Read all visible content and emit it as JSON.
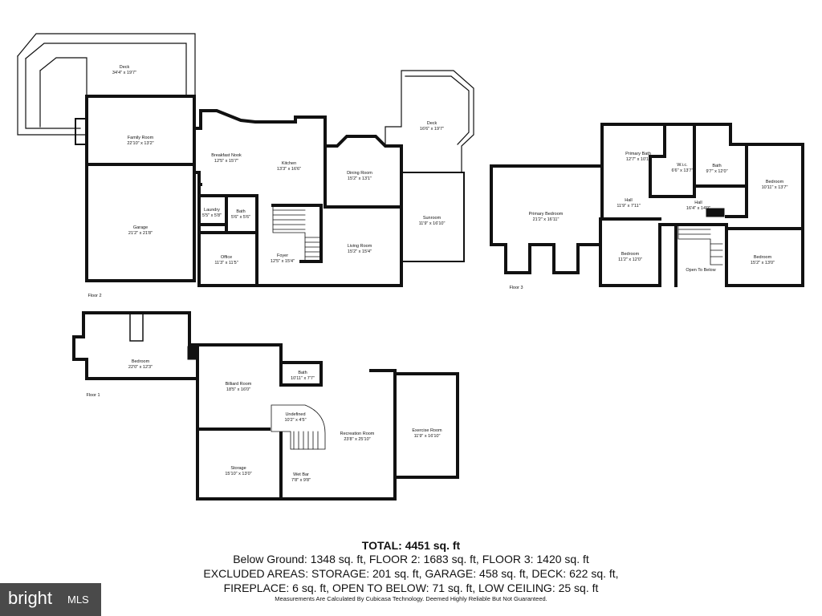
{
  "floors": {
    "floor2_label": "Floor 2",
    "floor3_label": "Floor 3",
    "floor1_label": "Floor 1"
  },
  "rooms": {
    "deck_main": {
      "name": "Deck",
      "dims": "34'4\" x 19'7\""
    },
    "family_room": {
      "name": "Family Room",
      "dims": "22'10\" x 13'2\""
    },
    "breakfast_nook": {
      "name": "Breakfast Nook",
      "dims": "12'5\" x 15'7\""
    },
    "kitchen": {
      "name": "Kitchen",
      "dims": "13'3\" x 16'6\""
    },
    "dining_room": {
      "name": "Dining Room",
      "dims": "15'2\" x 13'1\""
    },
    "deck_side": {
      "name": "Deck",
      "dims": "16'6\" x 19'7\""
    },
    "garage": {
      "name": "Garage",
      "dims": "21'2\" x 21'8\""
    },
    "laundry": {
      "name": "Laundry",
      "dims": "5'5\" x 5'8\""
    },
    "bath_f2": {
      "name": "Bath",
      "dims": "5'6\" x 5'6\""
    },
    "office": {
      "name": "Office",
      "dims": "11'3\" x 11'5\""
    },
    "foyer": {
      "name": "Foyer",
      "dims": "12'5\" x 15'4\""
    },
    "living_room": {
      "name": "Living Room",
      "dims": "15'2\" x 15'4\""
    },
    "sunroom": {
      "name": "Sunroom",
      "dims": "11'9\" x 16'10\""
    },
    "primary_bath": {
      "name": "Primary Bath",
      "dims": "12'7\" x 10'1\""
    },
    "wic": {
      "name": "W.i.c.",
      "dims": "6'6\" x 13'7\""
    },
    "bath_f3": {
      "name": "Bath",
      "dims": "9'7\" x 12'0\""
    },
    "bedroom_f3_a": {
      "name": "Bedroom",
      "dims": "10'11\" x 13'7\""
    },
    "primary_bedroom": {
      "name": "Primary Bedroom",
      "dims": "21'2\" x 16'11\""
    },
    "hall_a": {
      "name": "Hall",
      "dims": "11'9\" x 7'11\""
    },
    "hall_b": {
      "name": "Hall",
      "dims": "16'4\" x 14'0\""
    },
    "bedroom_f3_b": {
      "name": "Bedroom",
      "dims": "11'2\" x 12'0\""
    },
    "open_to_below": {
      "name": "Open To Below",
      "dims": ""
    },
    "bedroom_f3_c": {
      "name": "Bedroom",
      "dims": "15'2\" x 13'0\""
    },
    "bedroom_f1": {
      "name": "Bedroom",
      "dims": "22'0\" x 12'3\""
    },
    "billiard_room": {
      "name": "Billiard Room",
      "dims": "18'5\" x 16'0\""
    },
    "bath_f1": {
      "name": "Bath",
      "dims": "10'11\" x 7'7\""
    },
    "undefined": {
      "name": "Undefined",
      "dims": "10'2\" x 4'5\""
    },
    "recreation_room": {
      "name": "Recreation Room",
      "dims": "23'8\" x 25'10\""
    },
    "exercise_room": {
      "name": "Exercise Room",
      "dims": "11'9\" x 16'10\""
    },
    "storage": {
      "name": "Storage",
      "dims": "15'10\" x 13'0\""
    },
    "wet_bar": {
      "name": "Wet Bar",
      "dims": "7'8\" x 9'8\""
    }
  },
  "summary": {
    "title": "TOTAL: 4451 sq. ft",
    "line1": "Below Ground: 1348 sq. ft, FLOOR 2: 1683 sq. ft, FLOOR 3: 1420 sq. ft",
    "line2": "EXCLUDED AREAS: STORAGE: 201 sq. ft, GARAGE: 458 sq. ft, DECK: 622 sq. ft,",
    "line3": "FIREPLACE: 6 sq. ft, OPEN TO BELOW: 71 sq. ft, LOW CEILING: 25 sq. ft",
    "note": "Measurements Are Calculated By Cubicasa Technology. Deemed Highly Reliable But Not Guaranteed."
  },
  "brand": {
    "main": "bright",
    "sub": "MLS"
  }
}
